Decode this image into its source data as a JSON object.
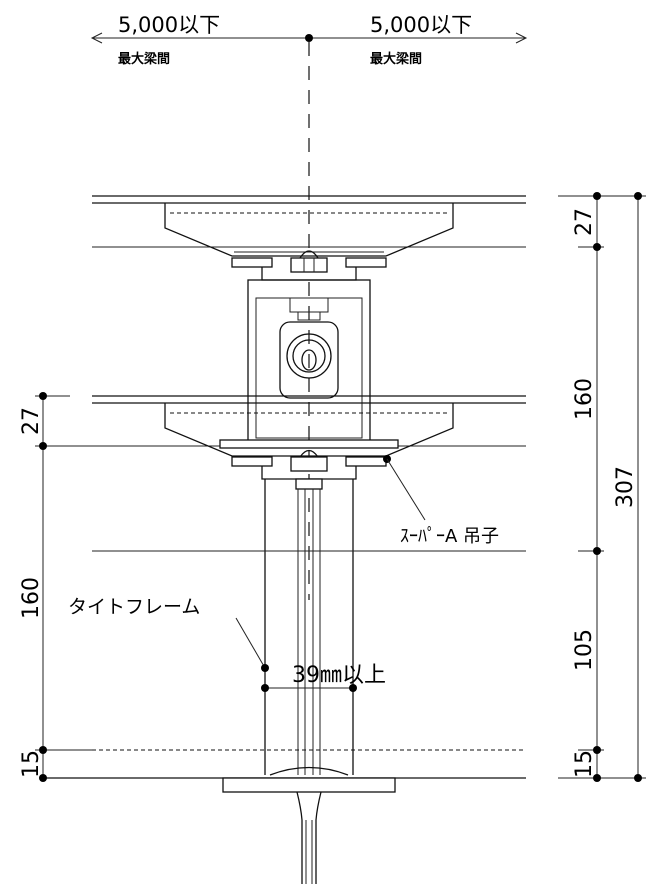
{
  "top_span": {
    "left_value": "5,000以下",
    "left_sub": "最大梁間",
    "right_value": "5,000以下",
    "right_sub": "最大梁間"
  },
  "right_dimensions": {
    "d1": "27",
    "d2": "160",
    "d3": "105",
    "d4": "15",
    "total": "307"
  },
  "left_dimensions": {
    "d1": "27",
    "d2": "160",
    "d3": "15"
  },
  "callouts": {
    "hanger": "ｽｰﾊﾟｰA 吊子",
    "frame": "タイトフレーム",
    "width": "39㎜以上"
  }
}
